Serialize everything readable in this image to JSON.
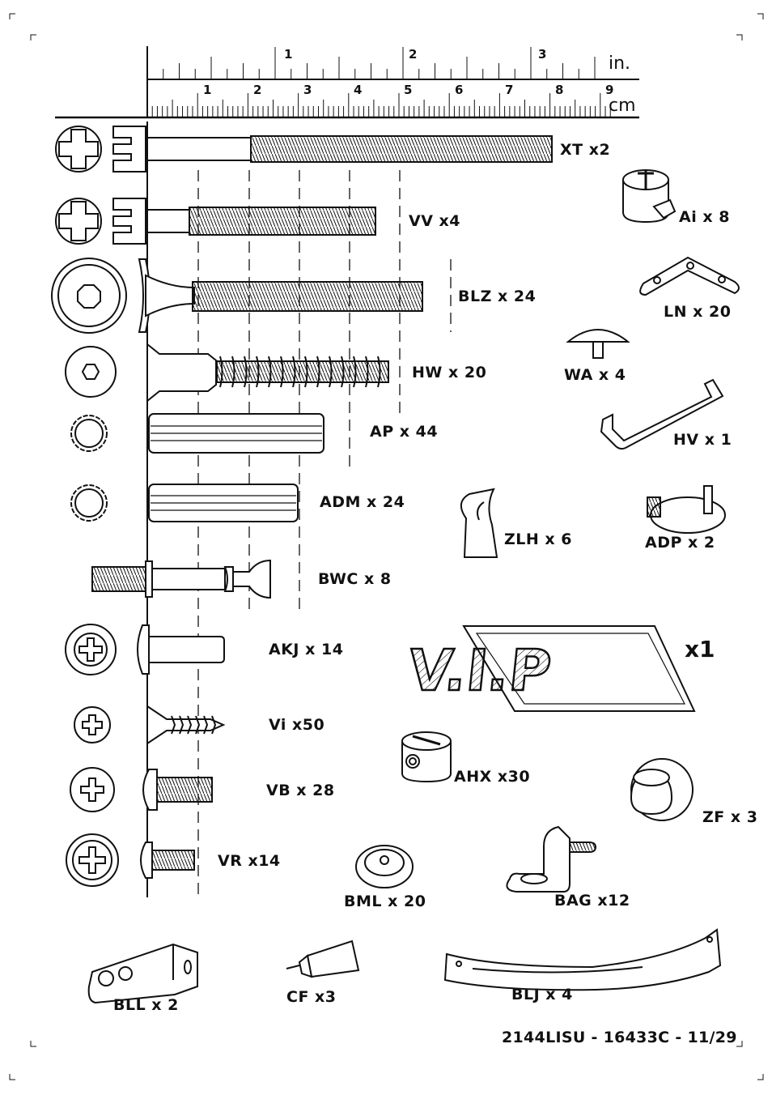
{
  "ruler": {
    "inch_unit": "in.",
    "cm_unit": "cm",
    "inch_marks": [
      "1",
      "2",
      "3"
    ],
    "cm_marks": [
      "1",
      "2",
      "3",
      "4",
      "5",
      "6",
      "7",
      "8",
      "9"
    ]
  },
  "parts": {
    "xt": "XT  x2",
    "vv": "VV  x4",
    "blz": "BLZ  x 24",
    "hw": "HW  x 20",
    "ap": "AP  x 44",
    "adm": "ADM  x 24",
    "bwc": "BWC  x 8",
    "akj": "AKJ  x 14",
    "vi": "Vi  x50",
    "vb": "VB  x 28",
    "vr": "VR  x14",
    "ai": "Ai  x 8",
    "ln": "LN  x 20",
    "wa": "WA  x 4",
    "hv": "HV  x 1",
    "adp": "ADP  x 2",
    "zlh": "ZLH  x 6",
    "vip_qty": "x1",
    "vip_text": "V.I.P",
    "ahx": "AHX  x30",
    "zf": "ZF  x 3",
    "bml": "BML  x 20",
    "bag": "BAG  x12",
    "bll": "BLL  x 2",
    "cf": "CF  x3",
    "blj": "BLJ  x 4"
  },
  "footer": "2144LISU  -  16433C  -  11/29"
}
